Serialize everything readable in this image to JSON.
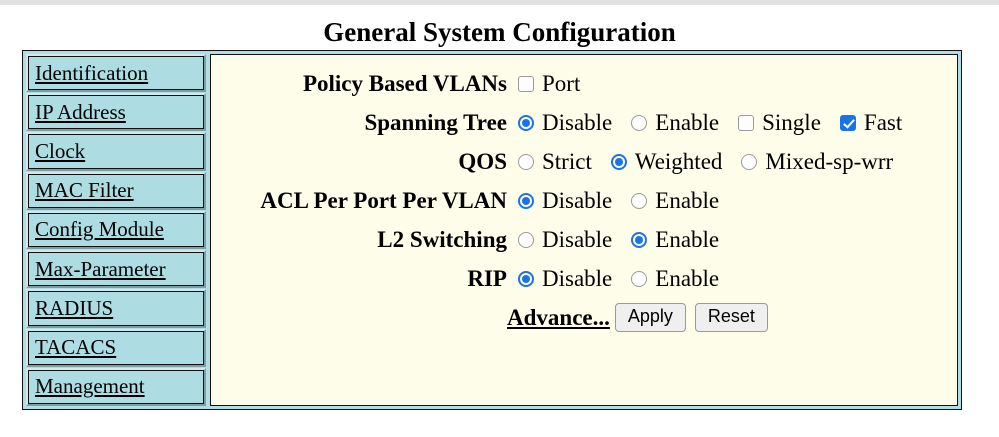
{
  "header": {
    "title": "General System Configuration"
  },
  "sidebar": {
    "items": [
      {
        "label": "Identification"
      },
      {
        "label": "IP Address"
      },
      {
        "label": "Clock"
      },
      {
        "label": "MAC Filter"
      },
      {
        "label": "Config Module"
      },
      {
        "label": "Max-Parameter"
      },
      {
        "label": "RADIUS"
      },
      {
        "label": "TACACS"
      },
      {
        "label": "Management"
      }
    ]
  },
  "form": {
    "rows": [
      {
        "label": "Policy Based VLANs",
        "options": [
          {
            "type": "checkbox",
            "label": "Port",
            "checked": false
          }
        ]
      },
      {
        "label": "Spanning Tree",
        "options": [
          {
            "type": "radio",
            "label": "Disable",
            "checked": true
          },
          {
            "type": "radio",
            "label": "Enable",
            "checked": false
          },
          {
            "type": "checkbox",
            "label": "Single",
            "checked": false
          },
          {
            "type": "checkbox",
            "label": "Fast",
            "checked": true
          }
        ]
      },
      {
        "label": "QOS",
        "options": [
          {
            "type": "radio",
            "label": "Strict",
            "checked": false
          },
          {
            "type": "radio",
            "label": "Weighted",
            "checked": true
          },
          {
            "type": "radio",
            "label": "Mixed-sp-wrr",
            "checked": false
          }
        ]
      },
      {
        "label": "ACL Per Port Per VLAN",
        "options": [
          {
            "type": "radio",
            "label": "Disable",
            "checked": true
          },
          {
            "type": "radio",
            "label": "Enable",
            "checked": false
          }
        ]
      },
      {
        "label": "L2 Switching",
        "options": [
          {
            "type": "radio",
            "label": "Disable",
            "checked": false
          },
          {
            "type": "radio",
            "label": "Enable",
            "checked": true
          }
        ]
      },
      {
        "label": "RIP",
        "options": [
          {
            "type": "radio",
            "label": "Disable",
            "checked": true
          },
          {
            "type": "radio",
            "label": "Enable",
            "checked": false
          }
        ]
      }
    ],
    "actions": {
      "advance_label": "Advance...",
      "apply_label": "Apply",
      "reset_label": "Reset"
    }
  },
  "colors": {
    "sidebar_bg": "#addce3",
    "content_bg": "#fdfdea",
    "accent": "#1a73e8",
    "button_bg": "#efefef"
  }
}
